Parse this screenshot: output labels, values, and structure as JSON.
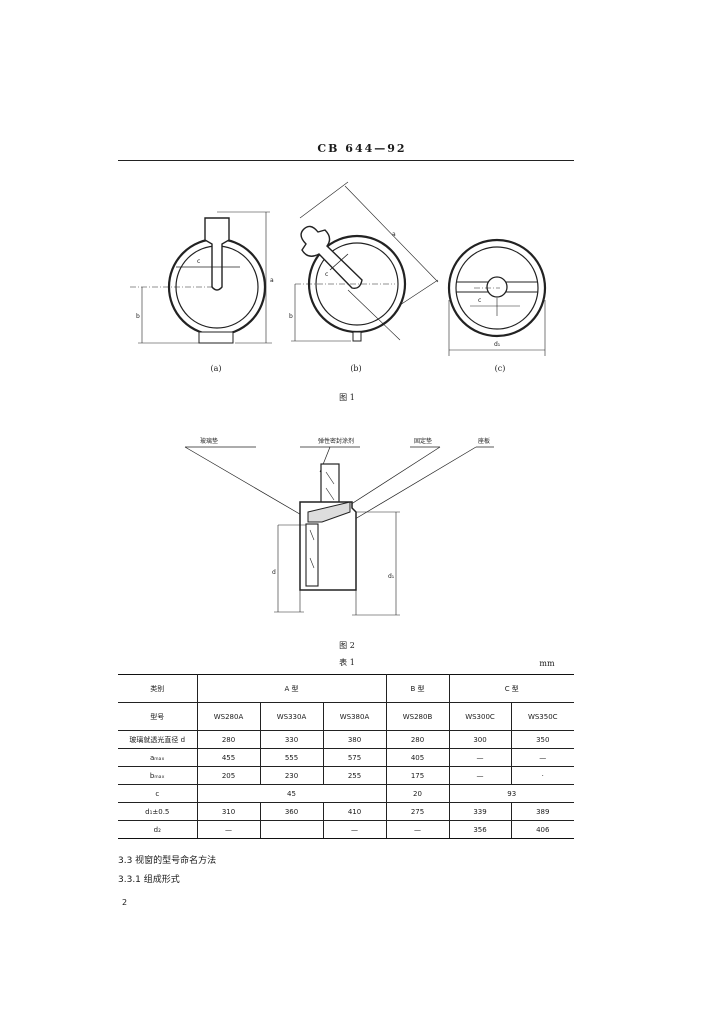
{
  "header": {
    "standard_code": "CB 644—92"
  },
  "figure1": {
    "caption": "图 1",
    "sub_a": "(a)",
    "sub_b": "(b)",
    "sub_c": "(c)",
    "dim_a": "a",
    "dim_b": "b",
    "dim_c": "c",
    "dim_d1": "d₁"
  },
  "figure2": {
    "caption": "图 2",
    "label_glass_pad": "玻璃垫",
    "label_sealant": "弹性密封涂剂",
    "label_fixing_ring": "固定垫",
    "label_seat": "座板",
    "dim_d": "d",
    "dim_d1": "d₁"
  },
  "table1": {
    "title": "表 1",
    "unit": "mm",
    "header_row1": [
      "类别",
      "A 型",
      "B 型",
      "C 型"
    ],
    "header_row2": [
      "型号",
      "WS280A",
      "WS330A",
      "WS380A",
      "WS280B",
      "WS300C",
      "WS350C"
    ],
    "rows": [
      [
        "玻璃就透光直径 d",
        "280",
        "330",
        "380",
        "280",
        "300",
        "350"
      ],
      [
        "aₘₐₓ",
        "455",
        "555",
        "575",
        "405",
        "—",
        "—"
      ],
      [
        "bₘₐₓ",
        "205",
        "230",
        "255",
        "175",
        "—",
        "·"
      ]
    ],
    "row_c": {
      "label": "c",
      "a_value": "45",
      "b_value": "20",
      "c_value": "93"
    },
    "rows_tail": [
      [
        "d₁±0.5",
        "310",
        "360",
        "410",
        "275",
        "339",
        "389"
      ],
      [
        "d₂",
        "—",
        "",
        "—",
        "—",
        "356",
        "406"
      ]
    ]
  },
  "sections": {
    "s3_3": "3.3  视窗的型号命名方法",
    "s3_3_1": "3.3.1  组成形式"
  },
  "page_number": "2"
}
